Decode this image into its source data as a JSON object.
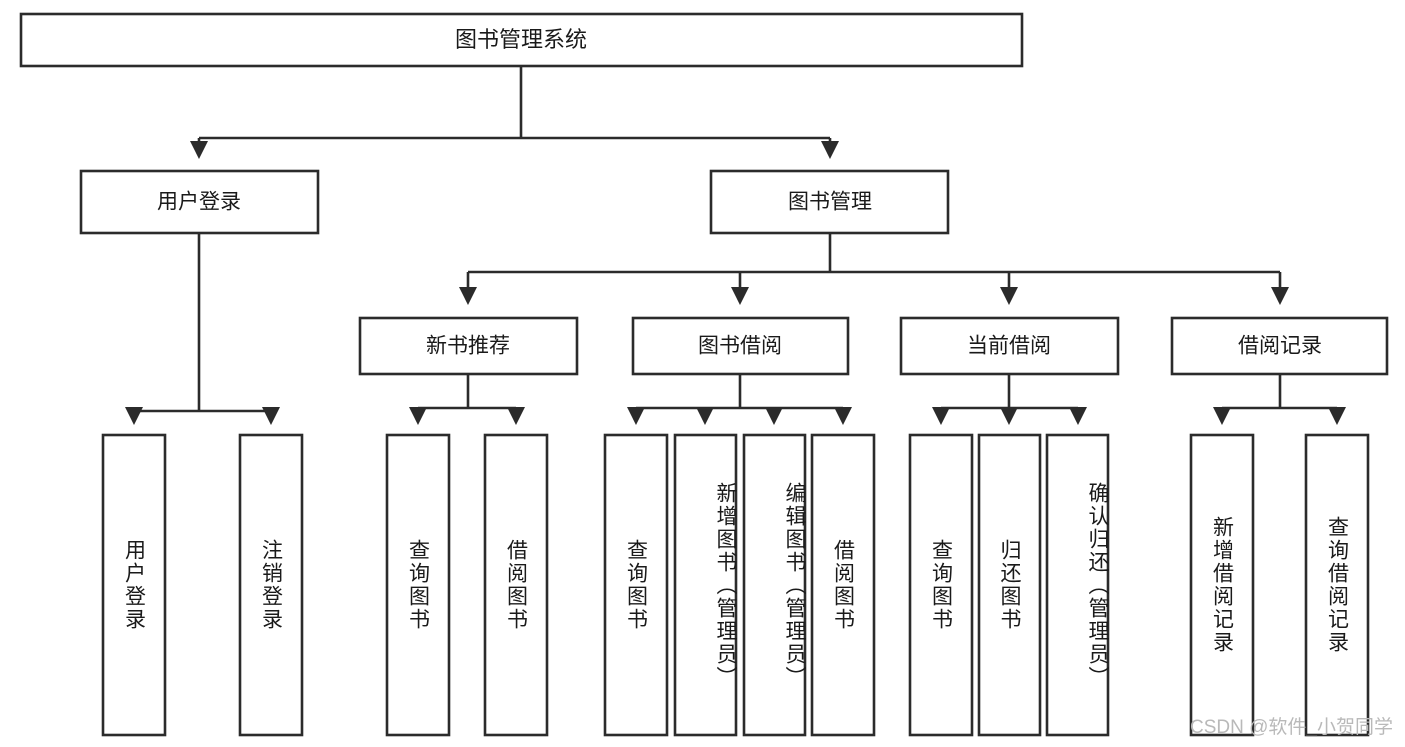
{
  "diagram": {
    "title": "图书管理系统",
    "watermark": "CSDN @软件_小贺同学",
    "colors": {
      "box_stroke": "#2b2b2b",
      "box_fill": "#ffffff",
      "text": "#1a1a1a",
      "background": "#ffffff",
      "watermark": "#b9b9b9"
    },
    "levels": {
      "root": {
        "label": "图书管理系统"
      },
      "level2": [
        {
          "label": "用户登录"
        },
        {
          "label": "图书管理"
        }
      ],
      "level3": [
        {
          "label": "新书推荐"
        },
        {
          "label": "图书借阅"
        },
        {
          "label": "当前借阅"
        },
        {
          "label": "借阅记录"
        }
      ],
      "leaves": {
        "user_login": [
          {
            "label": "用户登录"
          },
          {
            "label": "注销登录"
          }
        ],
        "new_book_recommend": [
          {
            "label": "查询图书"
          },
          {
            "label": "借阅图书"
          }
        ],
        "book_borrow": [
          {
            "label": "查询图书"
          },
          {
            "label": "新增图书（管理员）"
          },
          {
            "label": "编辑图书（管理员）"
          },
          {
            "label": "借阅图书"
          }
        ],
        "current_borrow": [
          {
            "label": "查询图书"
          },
          {
            "label": "归还图书"
          },
          {
            "label": "确认归还（管理员）"
          }
        ],
        "borrow_records": [
          {
            "label": "新增借阅记录"
          },
          {
            "label": "查询借阅记录"
          }
        ]
      }
    }
  }
}
